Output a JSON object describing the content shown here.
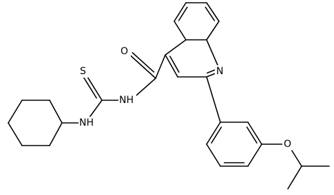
{
  "molecule": {
    "colors": {
      "bond": "#000000",
      "label": "#000000",
      "background": "#ffffff"
    },
    "atom_labels": {
      "carbonyl_oxygen": "O",
      "quinoline_nitrogen": "N",
      "thiocarbonyl_sulfur": "S",
      "amide_nh": "NH",
      "thiourea_nh": "NH",
      "ether_oxygen": "O"
    }
  }
}
